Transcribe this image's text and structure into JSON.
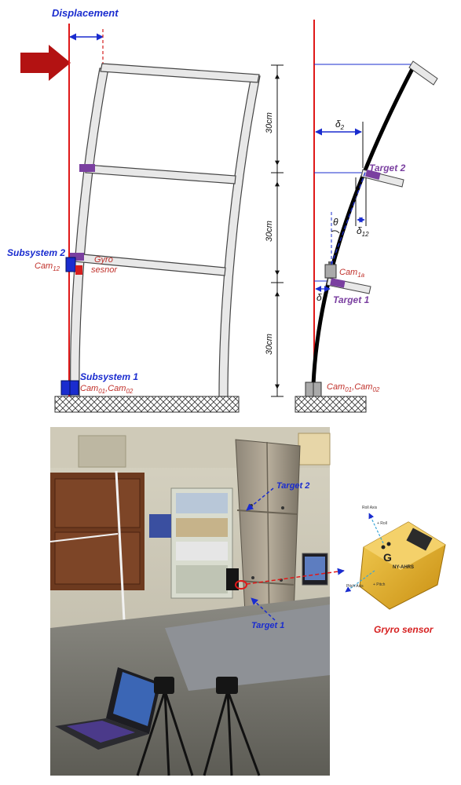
{
  "diagram": {
    "left": {
      "displacement_label": "Displacement",
      "subsystem2_label": "Subsystem 2",
      "cam12_label": "Cam",
      "cam12_sub": "12",
      "gyro_label_line1": "Gyro",
      "gyro_label_line2": "sesnor",
      "subsystem1_label": "Subsystem 1",
      "cam0102_a": "Cam",
      "cam0102_a_sub": "01",
      "cam0102_b": "Cam",
      "cam0102_b_sub": "02"
    },
    "right": {
      "story_labels": [
        "30cm",
        "30cm",
        "30cm"
      ],
      "delta2_label": "δ",
      "delta2_sub": "2",
      "delta12_label": "δ",
      "delta12_sub": "12",
      "delta1_label": "δ",
      "delta1_sub": "1",
      "theta_label": "θ",
      "target2_label": "Target 2",
      "target1_label": "Target 1",
      "cam1a_label": "Cam",
      "cam1a_sub": "1a",
      "cam0102_a": "Cam",
      "cam0102_a_sub": "01",
      "cam0102_b": "Cam",
      "cam0102_b_sub": "02"
    },
    "photo": {
      "target2_label": "Target 2",
      "target1_label": "Target 1"
    },
    "sensor": {
      "roll_axis": "Roll Axis",
      "roll": "+ Roll",
      "pitch_axis": "Pitch Axis",
      "pitch": "+ Pitch",
      "brand": "G",
      "model": "NY-AHRS",
      "caption": "Gryro sensor"
    }
  },
  "colors": {
    "blue": "#1a2ccf",
    "red": "#d61f1f",
    "purple": "#7a3fa0",
    "frame": "#e8e8e8",
    "sensor_gold": "#e8b62c"
  }
}
